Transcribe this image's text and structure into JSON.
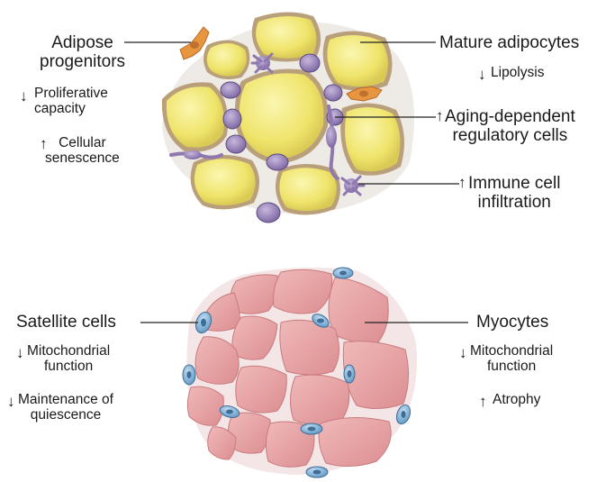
{
  "adipose": {
    "progenitors": "Adipose\nprogenitors",
    "progenitor_effects": [
      {
        "direction": "down",
        "text": "Proliferative\ncapacity"
      },
      {
        "direction": "up",
        "text": "Cellular\nsenescence"
      }
    ],
    "mature": "Mature adipocytes",
    "mature_effects": [
      {
        "direction": "down",
        "text": "Lipolysis"
      }
    ],
    "regulatory": {
      "direction": "up",
      "text": "Aging-dependent\nregulatory cells"
    },
    "immune": {
      "direction": "up",
      "text": "Immune cell\ninfiltration"
    }
  },
  "muscle": {
    "satellite": "Satellite cells",
    "satellite_effects": [
      {
        "direction": "down",
        "text": "Mitochondrial\nfunction"
      },
      {
        "direction": "down",
        "text": "Maintenance of\nquiescence"
      }
    ],
    "myocytes": "Myocytes",
    "myocyte_effects": [
      {
        "direction": "down",
        "text": "Mitochondrial\nfunction"
      },
      {
        "direction": "up",
        "text": "Atrophy"
      }
    ]
  },
  "colors": {
    "adipocyte_fill": "#f2ea72",
    "adipocyte_rim": "#b9a07a",
    "immune_cell": "#8e78ad",
    "progenitor_cell": "#e8953f",
    "myocyte_fill": "#e7a2a3",
    "satellite_cell": "#7fb1d8",
    "line": "#222222"
  },
  "symbols": {
    "up": "↑",
    "down": "↓"
  }
}
